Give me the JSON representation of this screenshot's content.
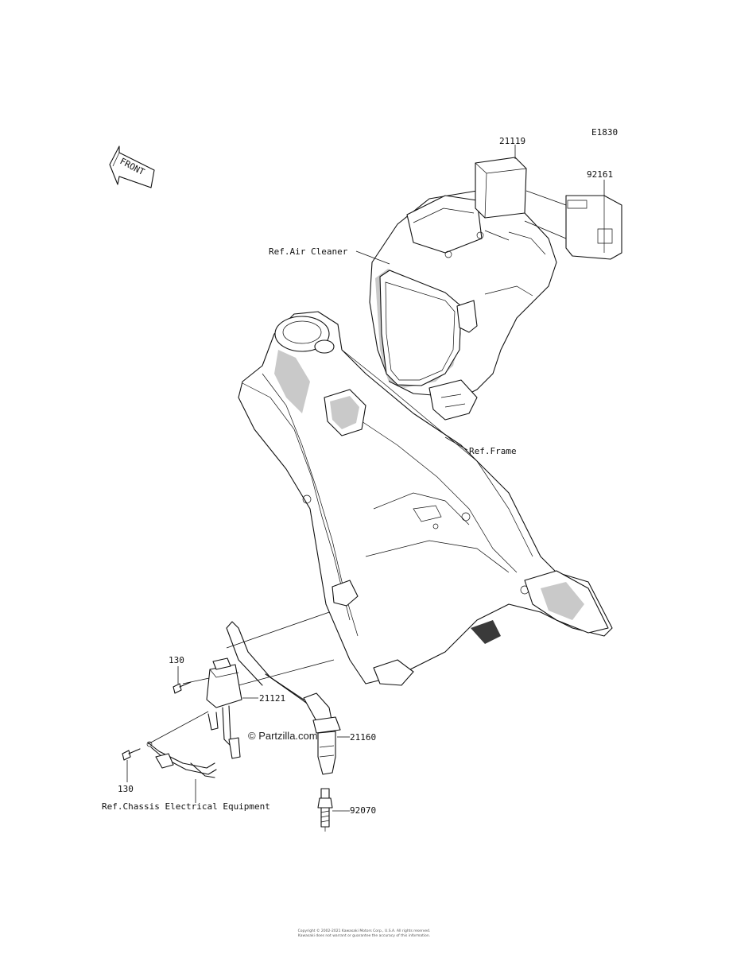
{
  "diagram_code": "E1830",
  "front_arrow_label": "FRONT",
  "reference_labels": {
    "air_cleaner": "Ref.Air Cleaner",
    "frame": "Ref.Frame",
    "chassis_electrical": "Ref.Chassis Electrical Equipment"
  },
  "part_numbers": {
    "p21119": "21119",
    "p92161": "92161",
    "p130_top": "130",
    "p130_bottom": "130",
    "p21121": "21121",
    "p21160": "21160",
    "p92070": "92070"
  },
  "watermark": "© Partzilla.com",
  "footer": {
    "line1": "Copyright © 2002-2021 Kawasaki Motors Corp., U.S.A. All rights reserved.",
    "line2": "Kawasaki does not warrant or guarantee the accuracy of this information."
  }
}
